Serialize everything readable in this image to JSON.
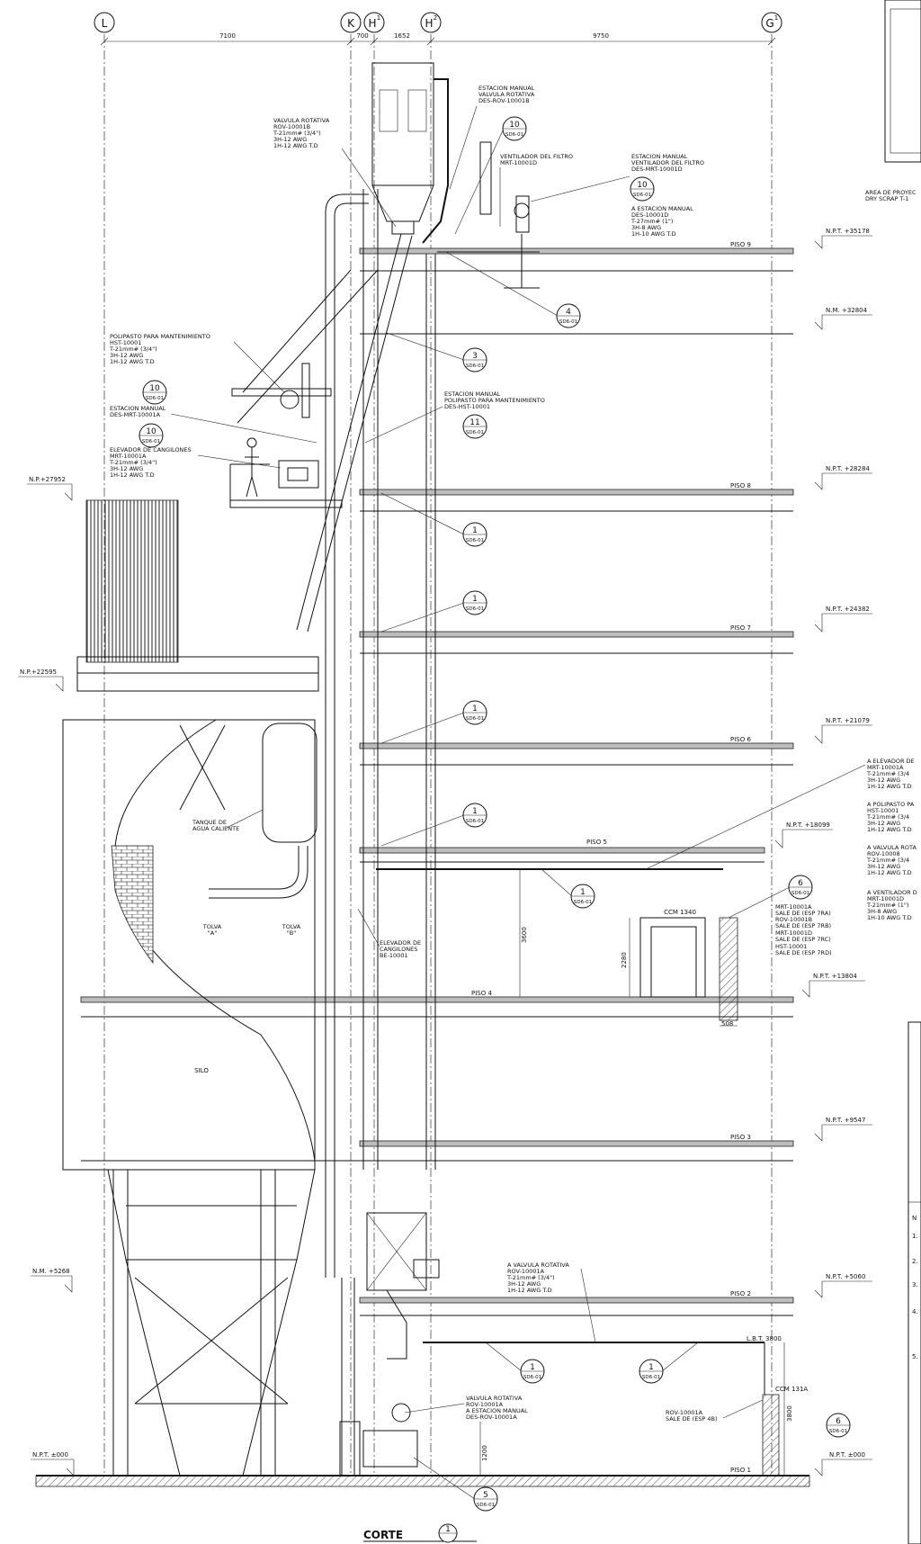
{
  "grid_axes": [
    "L",
    "K",
    "H1",
    "H2",
    "G1"
  ],
  "grid_axis_labels": {
    "L": "L",
    "K": "K",
    "H1": "H",
    "H1_sup": "1",
    "H2": "H",
    "H2_sup": "2",
    "G1": "G",
    "G1_sup": "1"
  },
  "top_dimensions": [
    "7100",
    "700",
    "1652",
    "9750"
  ],
  "floors": {
    "piso9": "PISO 9",
    "piso8": "PISO 8",
    "piso7": "PISO 7",
    "piso6": "PISO 6",
    "piso5": "PISO 5",
    "piso4": "PISO 4",
    "piso3": "PISO 3",
    "piso2": "PISO 2",
    "piso1": "PISO 1"
  },
  "levels": {
    "npt35178": "N.P.T. +35178",
    "nm32804": "N.M. +32804",
    "npt28284": "N.P.T. +28284",
    "np27952": "N.P.+27952",
    "npt24382": "N.P.T. +24382",
    "np22595": "N.P.+22595",
    "npt21079": "N.P.T. +21079",
    "npt18099": "N.P.T. +18099",
    "npt13804": "N.P.T. +13804",
    "npt9547": "N.P.T. +9547",
    "nm5268": "N.M. +5268",
    "npt5060": "N.P.T. +5060",
    "npt000a": "N.P.T. ±000",
    "npt000b": "N.P.T. ±000",
    "lbt3800": "L.B.T. 3800"
  },
  "labels": {
    "est_rov_b": [
      "ESTACION MANUAL",
      "VALVULA ROTATIVA",
      "DES-ROV-10001B"
    ],
    "valv_rot_b": [
      "VALVULA ROTATIVA",
      "ROV-10001B",
      "T-21mm# (3/4\")",
      "3H-12 AWG",
      "1H-12 AWG T.D"
    ],
    "vent_filtro": [
      "VENTILADOR DEL FILTRO",
      "MRT-10001D"
    ],
    "est_vent": [
      "ESTACION MANUAL",
      "VENTILADOR DEL FILTRO",
      "DES-MRT-10001D"
    ],
    "a_est_manual": [
      "A ESTACION MANUAL",
      "DES-10001D",
      "T-27mm# (1\")",
      "3H-8 AWG",
      "1H-10 AWG T.D"
    ],
    "polipasto": [
      "POLIPASTO PARA MANTENIMIENTO",
      "HST-10001",
      "T-21mm# (3/4\")",
      "3H-12 AWG",
      "1H-12 AWG T.D"
    ],
    "est_mrt_a": [
      "ESTACION MANUAL",
      "DES-MRT-10001A"
    ],
    "elev_cang": [
      "ELEVADOR DE CANGILONES",
      "MRT-10001A",
      "T-21mm# (3/4\")",
      "3H-12 AWG",
      "1H-12 AWG T.D"
    ],
    "est_polipasto": [
      "ESTACION MANUAL",
      "POLIPASTO PARA MANTENIMIENTO",
      "DES-HST-10001"
    ],
    "tanque": [
      "TANQUE DE",
      "AGUA CALIENTE"
    ],
    "tolva_a": [
      "TOLVA",
      "\"A\""
    ],
    "tolva_b": [
      "TOLVA",
      "\"B\""
    ],
    "elev_be": [
      "ELEVADOR DE",
      "CANGILONES",
      "BE-10001"
    ],
    "silo": "SILO",
    "ccm1340": "CCM 1340",
    "ccm131a": "CCM 131A",
    "ccm_list": [
      "MRT-10001A",
      "SALE DE (ESP 7RA)",
      "ROV-10001B",
      "SALE DE (ESP 7RB)",
      "MRT-10001D",
      "SALE DE (ESP 7RC)",
      "HST-10001",
      "SALE DE (ESP 7RD)"
    ],
    "a_valv_rot_a": [
      "A VALVULA ROTATIVA",
      "ROV-10001A",
      "T-21mm# (3/4\")",
      "3H-12 AWG",
      "1H-12 AWG T.D"
    ],
    "valv_rot_a": [
      "VALVULA ROTATIVA",
      "ROV-10001A",
      "A ESTACION MANUAL",
      "DES-ROV-10001A"
    ],
    "rov_a_sale": [
      "ROV-10001A",
      "SALE DE (ESP 4B)"
    ],
    "right_elev": [
      "A ELEVADOR DE",
      "MRT-10001A",
      "T-21mm# (3/4",
      "3H-12 AWG",
      "1H-12 AWG T.D"
    ],
    "right_polip": [
      "A POLIPASTO PA",
      "HST-10001",
      "T-21mm# (3/4",
      "3H-12 AWG",
      "1H-12 AWG T.D"
    ],
    "right_valv": [
      "A VALVULA ROTA",
      "ROV-10008",
      "T-21mm# (3/4",
      "3H-12 AWG",
      "1H-12 AWG T.D"
    ],
    "right_vent": [
      "A VENTILADOR D",
      "MRT-10001D",
      "T-21mm# (1\")",
      "3H-8 AWG",
      "1H-10 AWG T.D"
    ],
    "area_proy": [
      "AREA DE PROYEC",
      "DRY SCRAP T-1"
    ],
    "notes_frag": [
      "N",
      "1.",
      "2.",
      "3.",
      "4.",
      "5."
    ],
    "dim_3600": "3600",
    "dim_2280": "2280",
    "dim_508": "508",
    "dim_3800": "3800",
    "dim_1200": "1200"
  },
  "detail_bubbles": {
    "b10a": [
      "10",
      "SD6-01"
    ],
    "b10b": [
      "10",
      "SD6-01"
    ],
    "b10c": [
      "10",
      "SD6-01"
    ],
    "b10d": [
      "10",
      "SD6-01"
    ],
    "b4": [
      "4",
      "SD6-01"
    ],
    "b3": [
      "3",
      "SD6-01"
    ],
    "b11": [
      "11",
      "SD6-01"
    ],
    "b1a": [
      "1",
      "SD6-01"
    ],
    "b1b": [
      "1",
      "SD6-01"
    ],
    "b1c": [
      "1",
      "SD6-01"
    ],
    "b1d": [
      "1",
      "SD6-01"
    ],
    "b1e": [
      "1",
      "SD6-01"
    ],
    "b6a": [
      "6",
      "SD6-01"
    ],
    "b1f": [
      "1",
      "SD6-01"
    ],
    "b1g": [
      "1",
      "SD6-01"
    ],
    "b6b": [
      "6",
      "SD6-01"
    ],
    "b5": [
      "5",
      "SD6-01"
    ]
  },
  "section_title": {
    "label": "CORTE",
    "number": "1"
  }
}
